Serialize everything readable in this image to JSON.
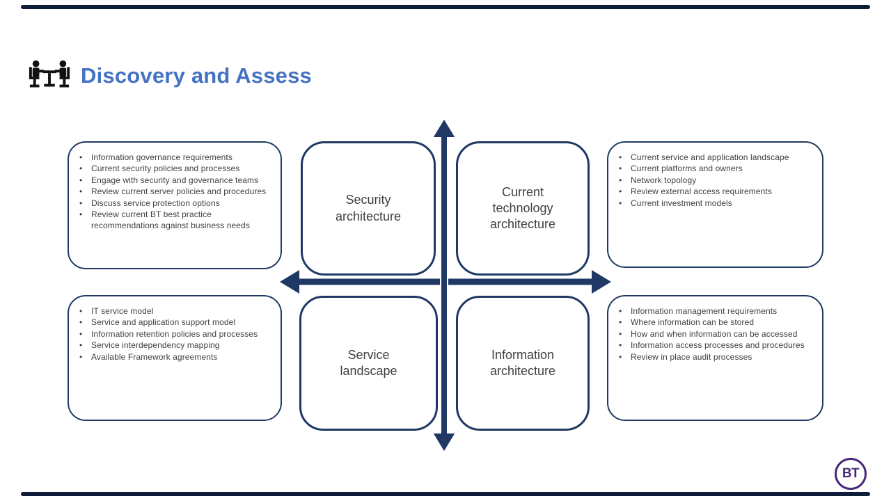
{
  "header": {
    "title": "Discovery and Assess",
    "icon": "meeting-icon"
  },
  "quadrant_labels": {
    "top_left": "Security\narchitecture",
    "top_right": "Current\ntechnology\narchitecture",
    "bottom_left": "Service\nlandscape",
    "bottom_right": "Information\narchitecture"
  },
  "bullet_boxes": {
    "top_left": [
      "Information governance requirements",
      "Current security policies and processes",
      "Engage with security and governance teams",
      "Review current server policies and procedures",
      "Discuss service protection options",
      "Review current BT best practice recommendations against business needs"
    ],
    "top_right": [
      "Current service and application landscape",
      "Current platforms and owners",
      "Network topology",
      "Review external access requirements",
      "Current investment models"
    ],
    "bottom_left": [
      "IT service model",
      "Service and application support model",
      "Information retention policies and processes",
      "Service interdependency mapping",
      "Available Framework agreements"
    ],
    "bottom_right": [
      "Information management requirements",
      "Where information can be stored",
      "How and when information can be accessed",
      "Information access processes and procedures",
      "Review in place audit processes"
    ]
  },
  "footer": {
    "logo_text": "BT"
  },
  "colors": {
    "title_blue": "#4472C4",
    "navy": "#1F3864",
    "body_text": "#3f3f3f",
    "bt_purple": "#472878",
    "edge_bar": "#0f1d3a"
  }
}
